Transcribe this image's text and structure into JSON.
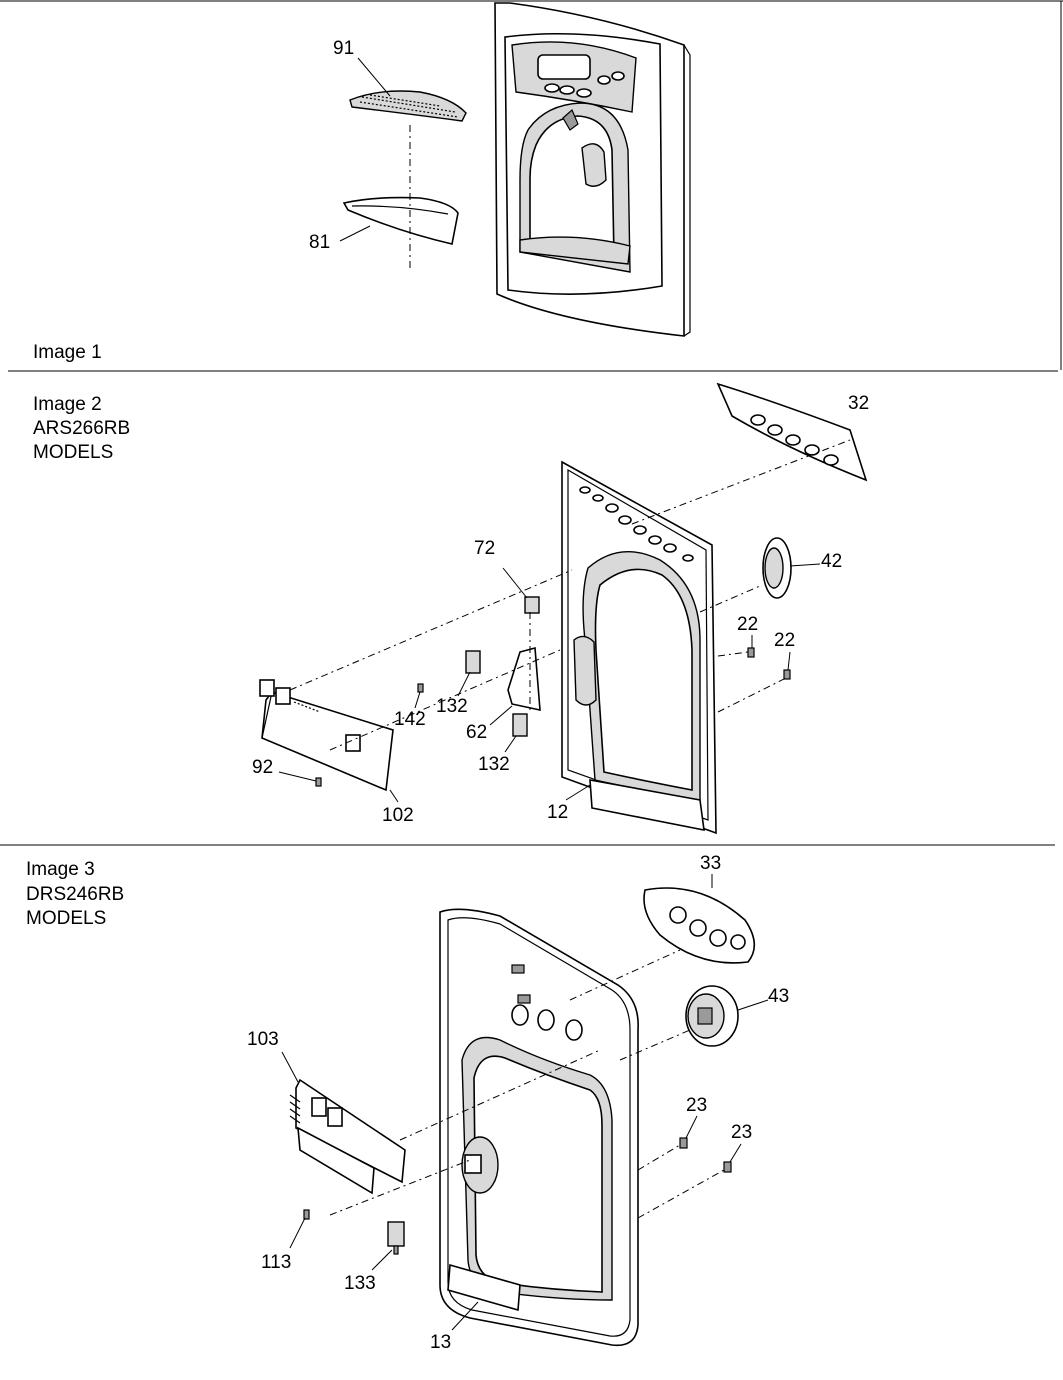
{
  "sections": [
    {
      "title": "Image 1",
      "subtitle": []
    },
    {
      "title": "Image 2",
      "subtitle": [
        "ARS266RB",
        "MODELS"
      ]
    },
    {
      "title": "Image 3",
      "subtitle": [
        "DRS246RB",
        "MODELS"
      ]
    }
  ],
  "callouts": {
    "c91": "91",
    "c81": "81",
    "c32": "32",
    "c72": "72",
    "c42": "42",
    "c22a": "22",
    "c22b": "22",
    "c142": "142",
    "c132a": "132",
    "c62": "62",
    "c132b": "132",
    "c92": "92",
    "c102": "102",
    "c12": "12",
    "c33": "33",
    "c43": "43",
    "c103": "103",
    "c23a": "23",
    "c23b": "23",
    "c113": "113",
    "c133": "133",
    "c13": "13"
  }
}
